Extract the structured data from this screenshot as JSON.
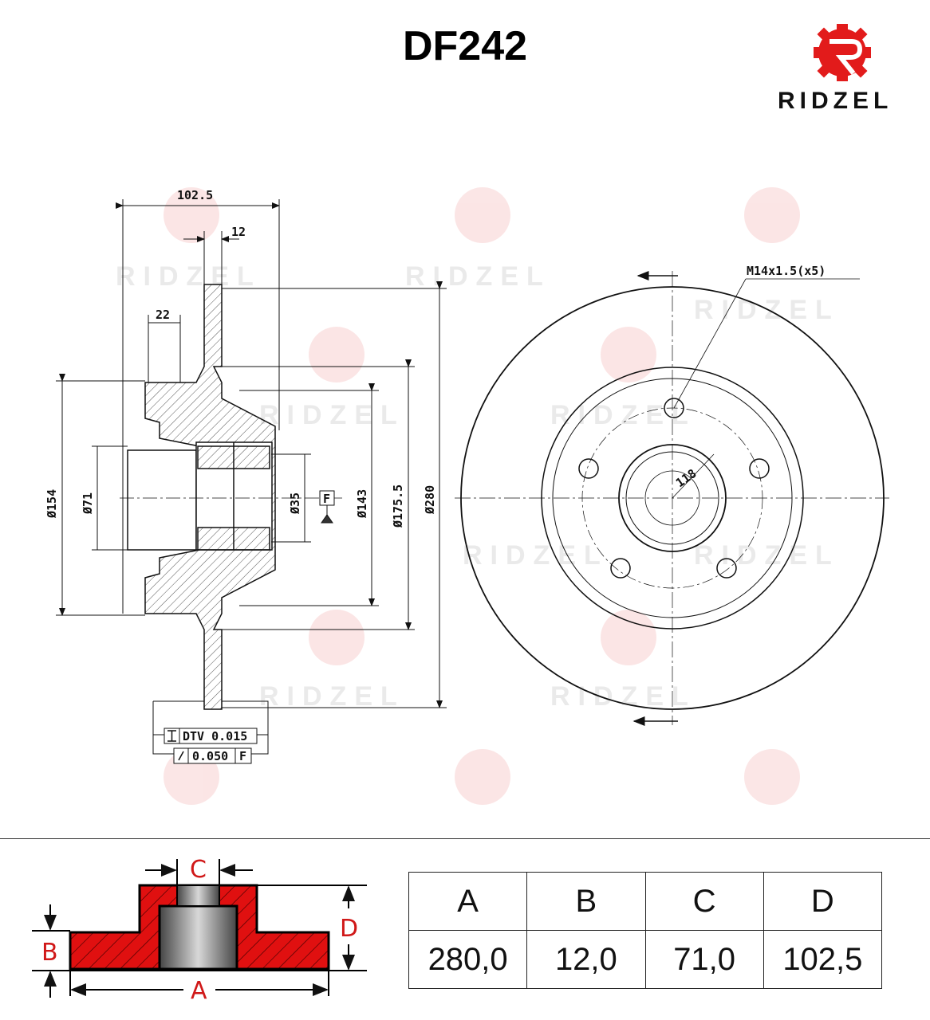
{
  "header": {
    "title": "DF242",
    "brand": "RIDZEL",
    "brand_color": "#e21b1b"
  },
  "watermark": "RIDZEL",
  "side_view": {
    "dims": {
      "overall_height": "102.5",
      "disc_thickness": "12",
      "hub_offset": "22",
      "d154": "Ø154",
      "d71": "Ø71",
      "d35": "Ø35",
      "d143": "Ø143",
      "d175": "Ø175.5",
      "d280": "Ø280"
    },
    "datum": "F",
    "tolerance": {
      "dtv": "DTV 0.015",
      "runout": "0.050",
      "runout_ref": "F"
    }
  },
  "front_view": {
    "thread": "M14x1.5(x5)",
    "pcd": "118"
  },
  "schematic": {
    "labels": [
      "A",
      "B",
      "C",
      "D"
    ]
  },
  "table": {
    "headers": [
      "A",
      "B",
      "C",
      "D"
    ],
    "values": [
      "280,0",
      "12,0",
      "71,0",
      "102,5"
    ]
  }
}
